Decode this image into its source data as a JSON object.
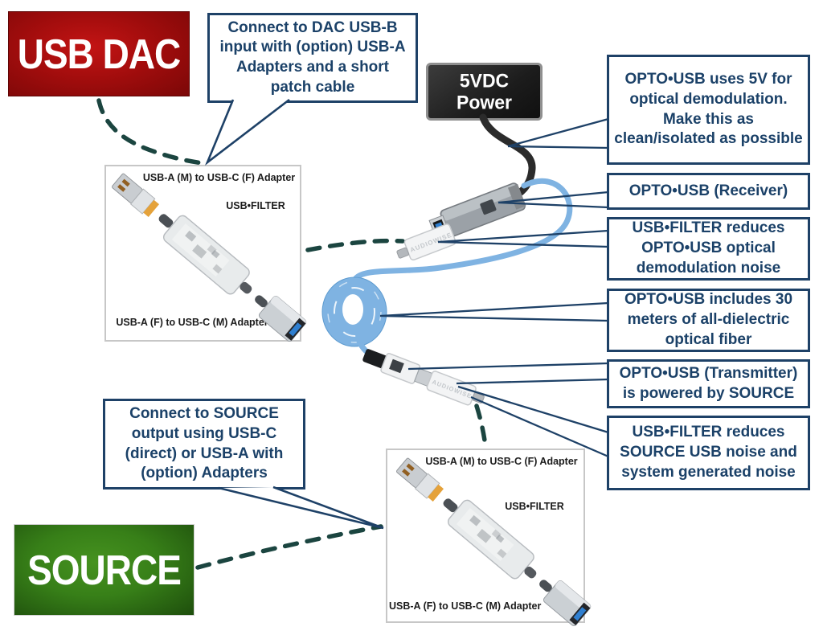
{
  "diagram": {
    "nodes": {
      "usb_dac": {
        "label": "USB DAC",
        "bg": "#a30d0d"
      },
      "power": {
        "line1": "5VDC",
        "line2": "Power",
        "bg": "#1c1c1c"
      },
      "source": {
        "label": "SOURCE",
        "bg": "#377f18"
      }
    },
    "callouts": {
      "dac_connect": "Connect to DAC USB-B input with (option) USB-A Adapters and a short patch cable",
      "power_note": "OPTO•USB uses 5V for optical demodulation. Make this as clean/isolated as possible",
      "receiver": "OPTO•USB  (Receiver)",
      "filter_rx": "USB•FILTER reduces OPTO•USB optical demodulation noise",
      "fiber": "OPTO•USB includes 30 meters of all-dielectric optical fiber",
      "transmitter": "OPTO•USB  (Transmitter) is powered by SOURCE",
      "filter_tx": "USB•FILTER reduces SOURCE USB noise and system generated noise",
      "source_connect": "Connect to SOURCE output using USB-C (direct) or USB-A with (option) Adapters"
    },
    "panel_labels": {
      "adapter_top": "USB-A (M) to USB-C (F) Adapter",
      "filter": "USB•FILTER",
      "adapter_bottom": "USB-A (F) to USB-C (M) Adapter"
    },
    "device_brand": "AUDIOWISE",
    "colors": {
      "callout_border": "#1e4167",
      "callout_text": "#1b4168",
      "dash_line": "#1b4540",
      "fiber_blue": "#7fb3e2",
      "power_cable": "#2b2b2b"
    }
  }
}
